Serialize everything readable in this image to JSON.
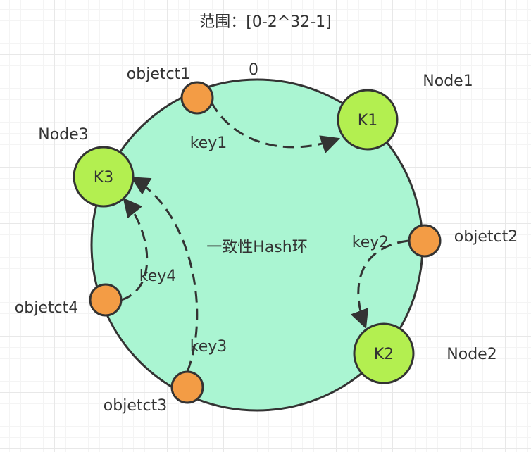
{
  "title": "范围：[0-2^32-1]",
  "ring": {
    "label": "一致性Hash环",
    "start_label": "0",
    "fill_color": "#aaf5d2",
    "stroke_color": "#333333"
  },
  "nodes": [
    {
      "id": "node1",
      "name": "Node1",
      "key": "K1"
    },
    {
      "id": "node2",
      "name": "Node2",
      "key": "K2"
    },
    {
      "id": "node3",
      "name": "Node3",
      "key": "K3"
    }
  ],
  "objects": [
    {
      "id": "object1",
      "name": "objetct1",
      "edge_label": "key1",
      "target": "node1"
    },
    {
      "id": "object2",
      "name": "objetct2",
      "edge_label": "key2",
      "target": "node2"
    },
    {
      "id": "object3",
      "name": "objetct3",
      "edge_label": "key3",
      "target": "node3"
    },
    {
      "id": "object4",
      "name": "objetct4",
      "edge_label": "key4",
      "target": "node3"
    }
  ],
  "colors": {
    "node_fill": "#b3ef50",
    "object_fill": "#f39c45",
    "stroke": "#333333"
  }
}
